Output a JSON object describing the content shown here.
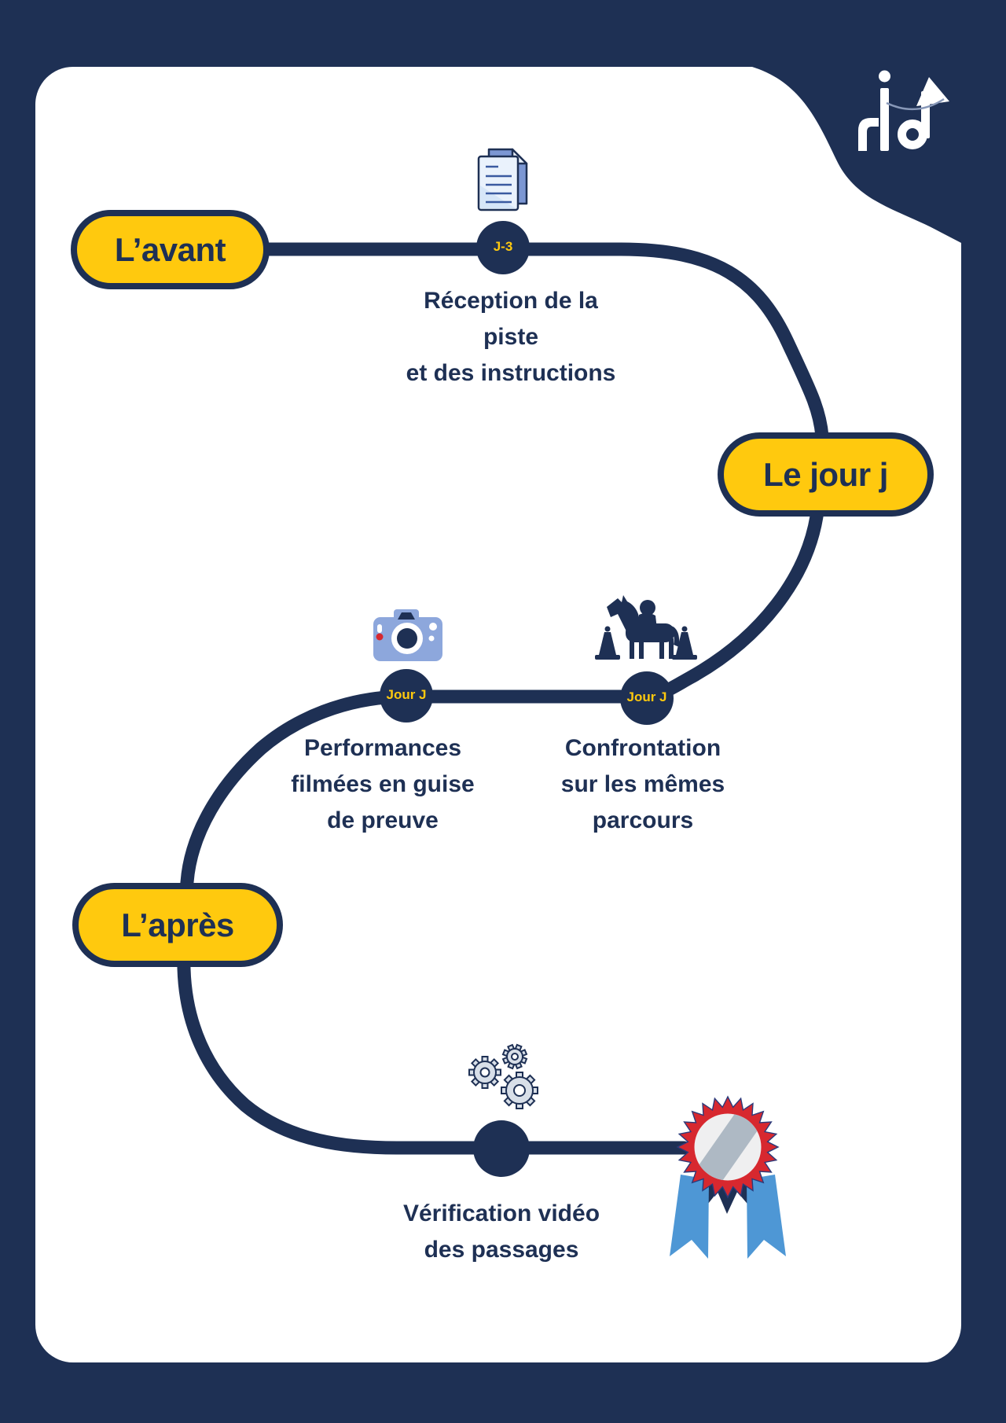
{
  "brand": {
    "logo_text": "rid"
  },
  "phases": {
    "avant": {
      "label": "L’avant"
    },
    "jour_j": {
      "label": "Le jour j"
    },
    "apres": {
      "label": "L’après"
    }
  },
  "steps": {
    "reception": {
      "badge": "J-3",
      "title": "Réception de la\npiste\net des instructions",
      "icon": "documents-icon"
    },
    "performances": {
      "badge": "Jour J",
      "title": "Performances\nfilmées en guise\nde preuve",
      "icon": "camera-icon"
    },
    "confrontation": {
      "badge": "Jour J",
      "title": "Confrontation\nsur les mêmes\nparcours",
      "icon": "horse-rider-cones-icon"
    },
    "verification": {
      "badge": "",
      "title": "Vérification vidéo\ndes passages",
      "icon": "gears-icon"
    }
  },
  "colors": {
    "navy": "#1e3054",
    "yellow": "#ffc90e",
    "card_white": "#ffffff",
    "icon_blue": "#8da7dc",
    "doc_back_blue": "#7c97d3",
    "doc_front_blue": "#eaf2fc",
    "doc_line_blue": "#3a5aa0",
    "gear_grey": "#d8dfe8",
    "rosette_red": "#d7282f",
    "rosette_disc": "#efeff0",
    "rosette_band_grey": "#aeb9c4",
    "ribbon_blue": "#4e97d5",
    "record_red": "#d7282f"
  }
}
